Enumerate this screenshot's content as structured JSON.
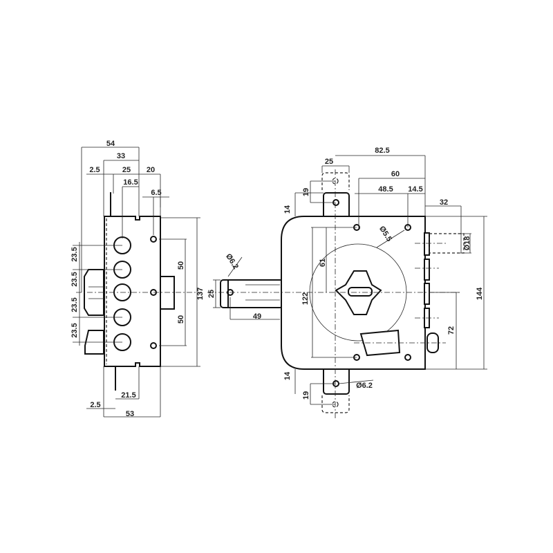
{
  "side_view": {
    "dims": {
      "width_54": "54",
      "width_33": "33",
      "offset_2_5_top": "2.5",
      "width_25": "25",
      "width_20": "20",
      "width_16_5": "16.5",
      "width_6_5": "6.5",
      "height_137": "137",
      "pitch_50_upper": "50",
      "pitch_50_lower": "50",
      "pitch_23_5_a": "23.5",
      "pitch_23_5_b": "23.5",
      "pitch_23_5_c": "23.5",
      "pitch_23_5_d": "23.5",
      "width_21_5": "21.5",
      "offset_2_5_bottom": "2.5",
      "width_53": "53"
    }
  },
  "front_view": {
    "dims": {
      "width_82_5": "82.5",
      "width_25": "25",
      "width_60": "60",
      "width_48_5": "48.5",
      "width_14_5": "14.5",
      "width_32": "32",
      "dia_18": "Ø18",
      "height_144": "144",
      "height_72": "72",
      "height_122": "122",
      "height_61": "61",
      "dia_5_5": "Ø5.5",
      "dia_6_2_bolt": "Ø6.2",
      "bolt_25": "25",
      "bolt_49": "49",
      "tab_14_top": "14",
      "tab_19_top": "19",
      "tab_14_bottom": "14",
      "tab_19_bottom": "19",
      "dia_6_2_tab": "Ø6.2"
    }
  }
}
